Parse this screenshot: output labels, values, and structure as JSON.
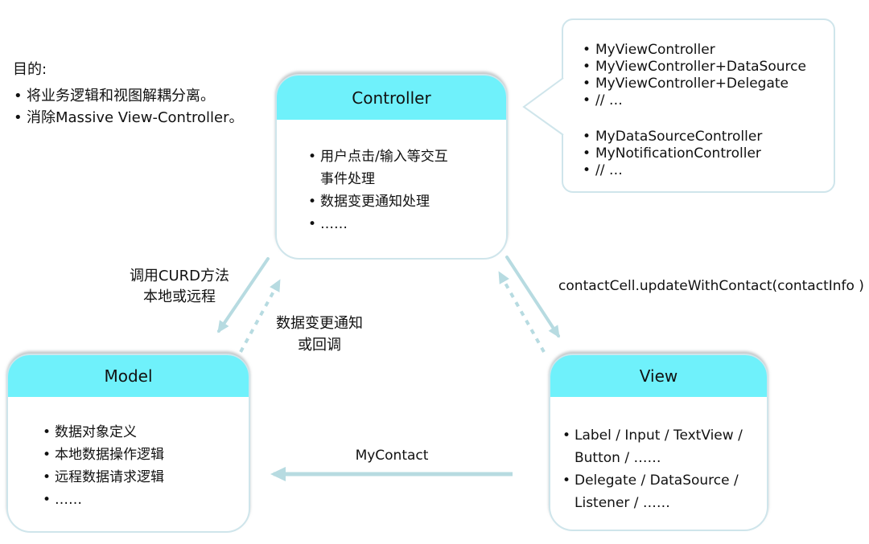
{
  "purpose": {
    "heading": "目的:",
    "items": [
      "将业务逻辑和视图解耦分离。",
      "消除Massive View-Controller。"
    ]
  },
  "boxes": {
    "controller": {
      "title": "Controller",
      "items": [
        "用户点击/输入等交互事件处理",
        "数据变更通知处理",
        "……"
      ]
    },
    "model": {
      "title": "Model",
      "items": [
        "数据对象定义",
        "本地数据操作逻辑",
        "远程数据请求逻辑",
        "……"
      ]
    },
    "view": {
      "title": "View",
      "items": [
        "Label / Input / TextView / Button / ……",
        "Delegate / DataSource / Listener / ……"
      ]
    }
  },
  "callout": {
    "group1": [
      "MyViewController",
      "MyViewController+DataSource",
      "MyViewController+Delegate",
      "// …"
    ],
    "group2": [
      "MyDataSourceController",
      "MyNotificationController",
      "// …"
    ]
  },
  "arrows": {
    "controller_to_model": {
      "label_line1": "调用CURD方法",
      "label_line2": "本地或远程",
      "style": "solid"
    },
    "model_to_controller": {
      "label_line1": "数据变更通知",
      "label_line2": "或回调",
      "style": "dashed"
    },
    "controller_to_view": {
      "label": "contactCell.updateWithContact(contactInfo )",
      "style": "solid"
    },
    "view_to_controller": {
      "label": "",
      "style": "dashed"
    },
    "view_to_model": {
      "label": "MyContact",
      "style": "solid"
    }
  },
  "colors": {
    "header_cyan": "#6ff1fb",
    "box_border": "#cfe5eb",
    "arrow": "#b7dbe1",
    "text": "#111111",
    "background": "#ffffff"
  }
}
